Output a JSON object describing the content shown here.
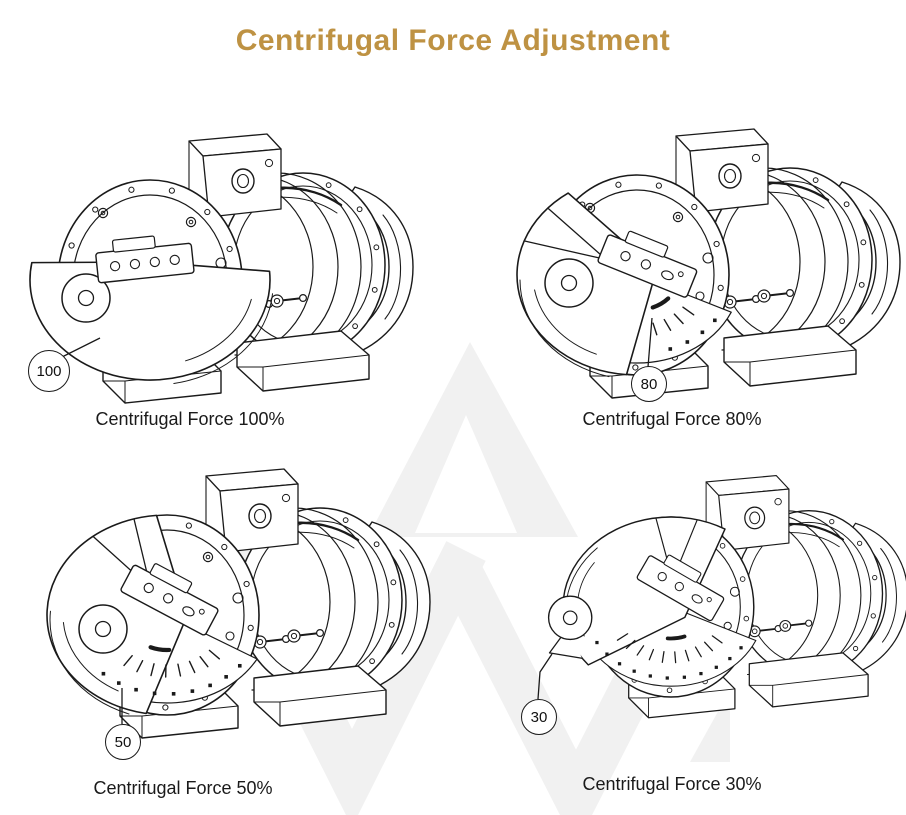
{
  "title": {
    "text": "Centrifugal Force Adjustment",
    "color": "#BE9243"
  },
  "panels": [
    {
      "caption": "Centrifugal Force 100%",
      "marker": "100",
      "percent": 100
    },
    {
      "caption": "Centrifugal Force 80%",
      "marker": "80",
      "percent": 80
    },
    {
      "caption": "Centrifugal Force 50%",
      "marker": "50",
      "percent": 50
    },
    {
      "caption": "Centrifugal Force 30%",
      "marker": "30",
      "percent": 30
    }
  ],
  "diagram": {
    "subject": "vibration motor eccentric weight positions",
    "line_color": "#1a1a1a",
    "background": "#ffffff"
  },
  "watermark": {
    "name": "triangle-logo-watermark",
    "color": "#f1f1f1"
  }
}
